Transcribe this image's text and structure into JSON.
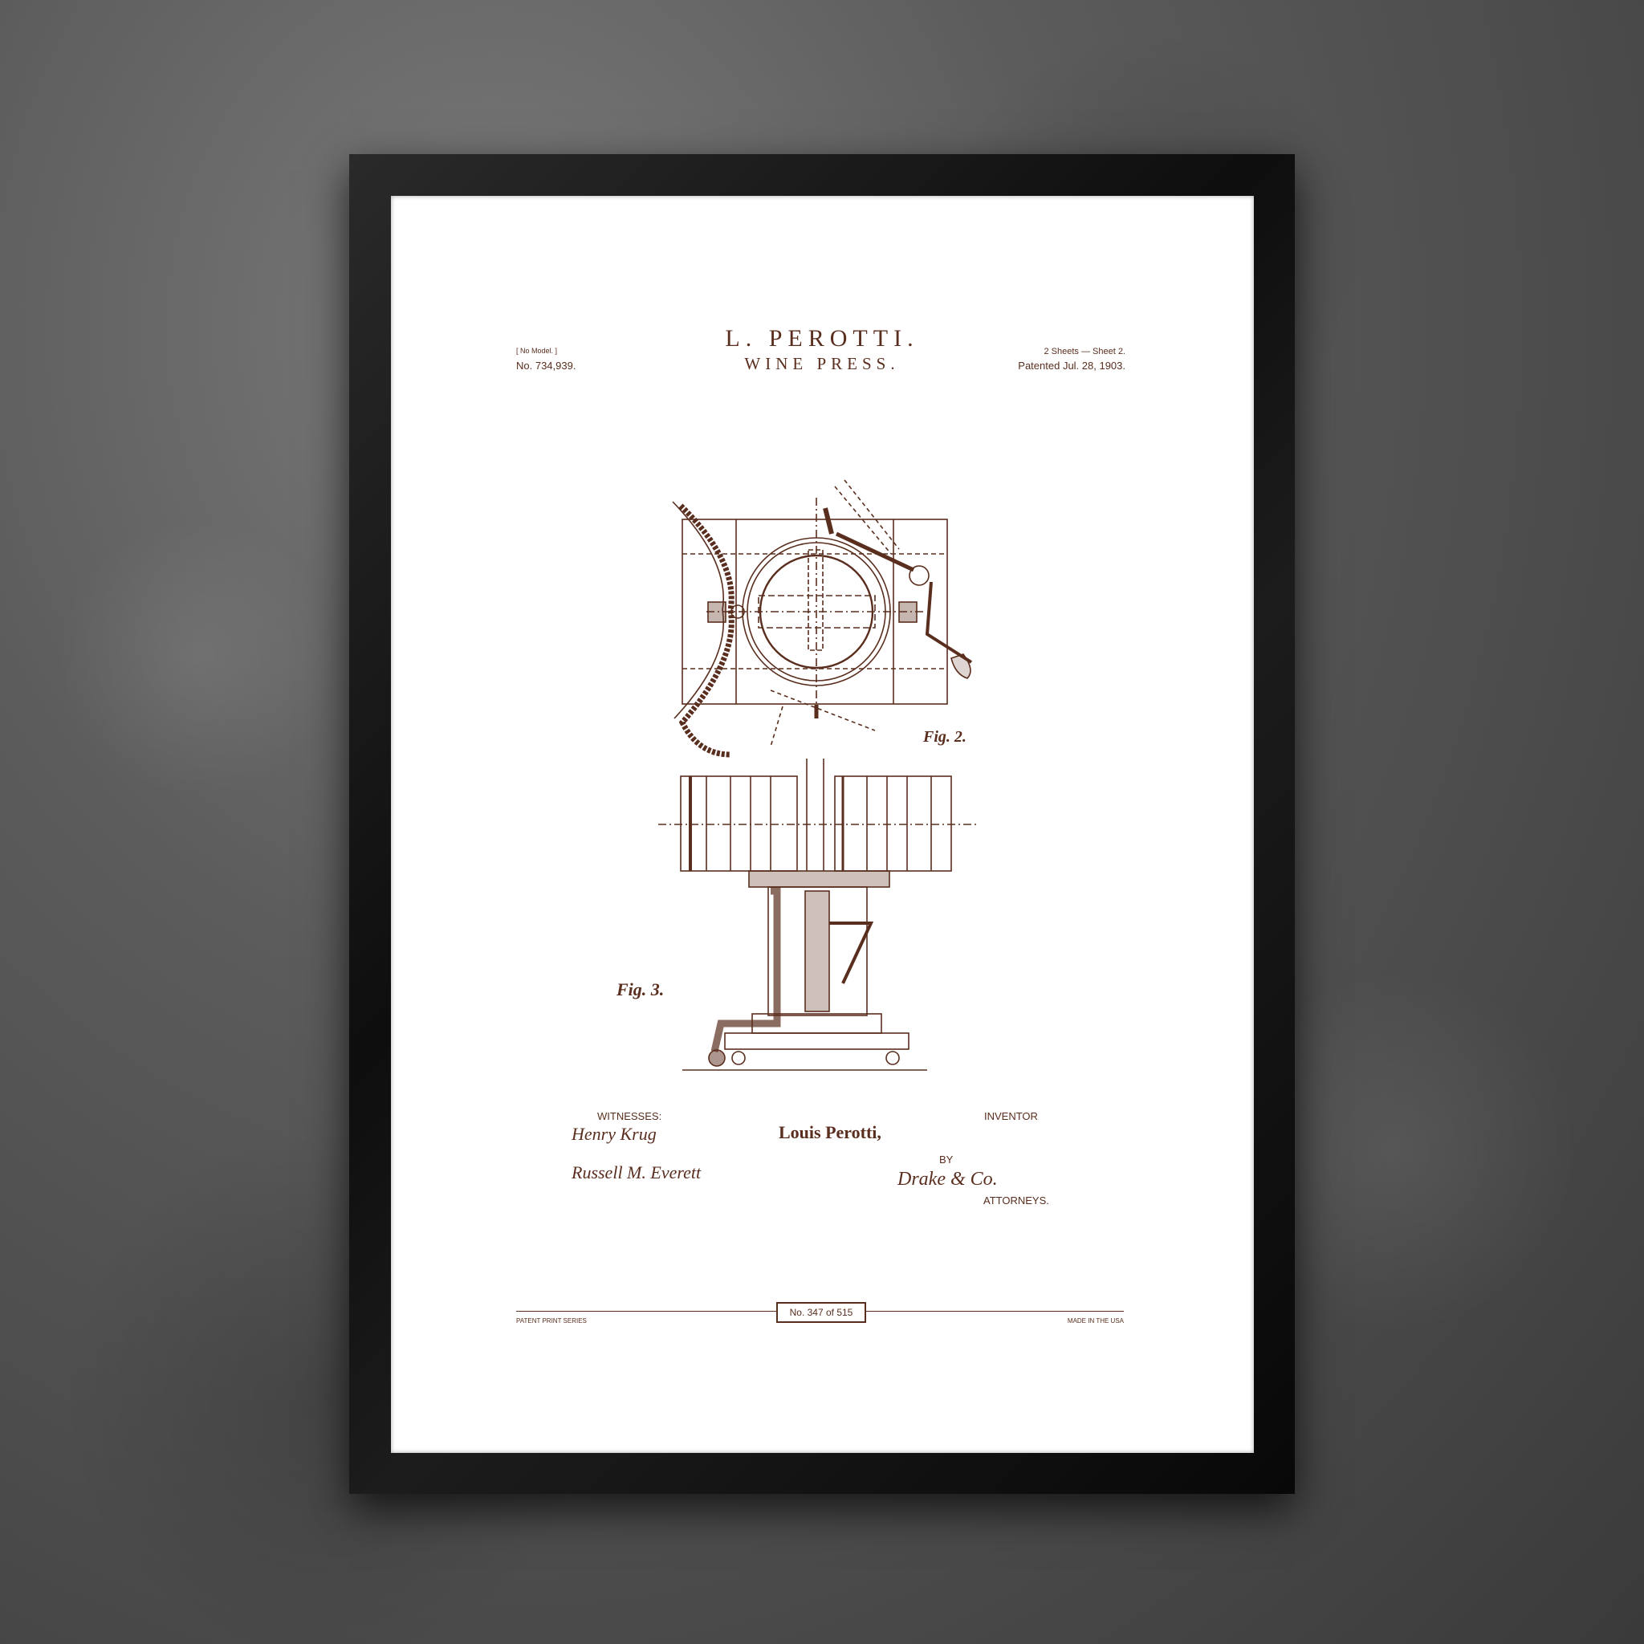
{
  "header": {
    "inventor": "L. PEROTTI.",
    "title": "WINE PRESS.",
    "model_note": "[ No Model. ]",
    "patent_number": "No. 734,939.",
    "sheets": "2 Sheets — Sheet 2.",
    "patented": "Patented Jul. 28, 1903."
  },
  "figures": {
    "fig2_label": "Fig. 2.",
    "fig3_label": "Fig. 3."
  },
  "signatures": {
    "witnesses_label": "WITNESSES:",
    "witness_1": "Henry Krug",
    "witness_2": "Russell M. Everett",
    "inventor_label": "INVENTOR",
    "inventor_signature": "Louis Perotti,",
    "by_label": "BY",
    "attorney_signature": "Drake & Co.",
    "attorneys_label": "ATTORNEYS."
  },
  "footer": {
    "series": "PATENT PRINT SERIES",
    "edition": "No. 347 of 515",
    "origin": "MADE IN THE USA"
  },
  "colors": {
    "ink": "#5a2e1e",
    "paper": "#ffffff",
    "frame": "#111111",
    "wall": "#5a5a5a"
  }
}
